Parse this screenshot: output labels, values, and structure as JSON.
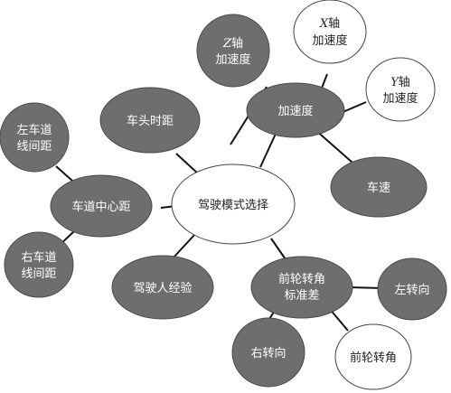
{
  "diagram": {
    "center": {
      "label": "驾驶模式选择"
    },
    "acceleration": {
      "label": "加速度"
    },
    "z_accel": {
      "axis": "Z",
      "axis_suffix": "轴",
      "line2": "加速度"
    },
    "x_accel": {
      "axis": "X",
      "axis_suffix": "轴",
      "line2": "加速度"
    },
    "y_accel": {
      "axis": "Y",
      "axis_suffix": "轴",
      "line2": "加速度"
    },
    "vehicle_speed": {
      "label": "车速"
    },
    "headway": {
      "label": "车头时距"
    },
    "lane_center": {
      "label": "车道中心距"
    },
    "left_lane": {
      "line1": "左车道",
      "line2": "线间距"
    },
    "right_lane": {
      "line1": "右车道",
      "line2": "线间距"
    },
    "driver_experience": {
      "label": "驾驶人经验"
    },
    "wheel_std": {
      "line1": "前轮转角",
      "line2": "标准差"
    },
    "left_turn": {
      "label": "左转向"
    },
    "right_turn": {
      "label": "右转向"
    },
    "wheel_angle": {
      "label": "前轮转角"
    }
  }
}
